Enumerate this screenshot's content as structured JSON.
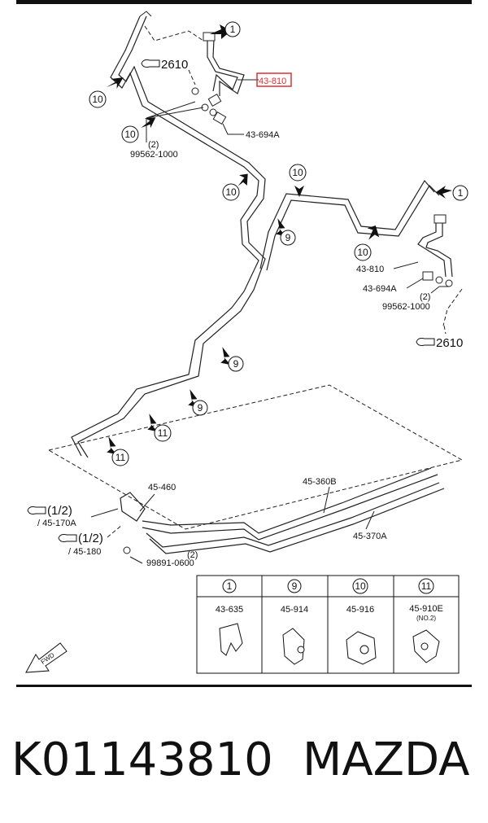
{
  "callouts": {
    "c1_top": "1",
    "c1_right": "1",
    "c9_a": "9",
    "c9_b": "9",
    "c9_c": "9",
    "c10_a": "10",
    "c10_b": "10",
    "c10_c": "10",
    "c10_d": "10",
    "c10_e": "10",
    "c11_a": "11",
    "c11_b": "11"
  },
  "labels": {
    "ref_2610_top": "2610",
    "ref_2610_right": "2610",
    "part_43810_highlight": "43-810",
    "part_43810_right": "43-810",
    "part_43694a_top": "43-694A",
    "part_43694a_right": "43-694A",
    "qty_2_top": "(2)",
    "part_99562_top": "99562-1000",
    "qty_2_right": "(2)",
    "part_99562_right": "99562-1000",
    "part_45460": "45-460",
    "part_45360b": "45-360B",
    "part_45370a": "45-370A",
    "ref_half_a": "(1/2)",
    "ref_45170a": "/ 45-170A",
    "ref_half_b": "(1/2)",
    "ref_45180": "/ 45-180",
    "qty_2_bottom": "(2)",
    "part_99891": "99891-0600",
    "fwd": "FWD"
  },
  "legend": {
    "items": [
      {
        "num": "1",
        "part": "43-635",
        "sub": ""
      },
      {
        "num": "9",
        "part": "45-914",
        "sub": ""
      },
      {
        "num": "10",
        "part": "45-916",
        "sub": ""
      },
      {
        "num": "11",
        "part": "45-910E",
        "sub": "(NO.2)"
      }
    ]
  },
  "caption": {
    "part_number": "K01143810",
    "brand": "MAZDA"
  },
  "colors": {
    "highlight": "#e03030",
    "line": "#222222"
  }
}
